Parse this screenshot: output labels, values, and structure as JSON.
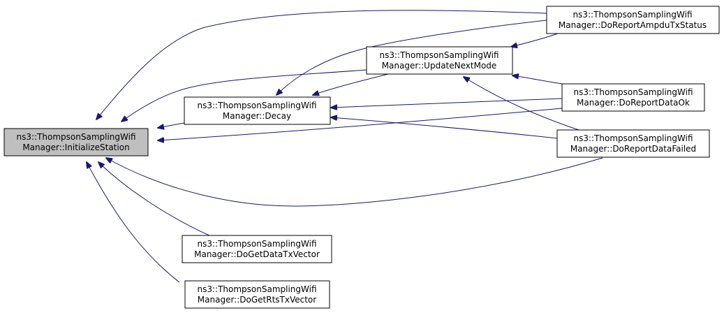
{
  "colors": {
    "edge": "#191970",
    "node_border": "#000000",
    "node_fill": "#ffffff",
    "focus_fill": "#bfbfbf"
  },
  "nodes": {
    "initialize_station": {
      "line1": "ns3::ThompsonSamplingWifi",
      "line2": "Manager::InitializeStation",
      "highlighted": true
    },
    "decay": {
      "line1": "ns3::ThompsonSamplingWifi",
      "line2": "Manager::Decay"
    },
    "update_next_mode": {
      "line1": "ns3::ThompsonSamplingWifi",
      "line2": "Manager::UpdateNextMode"
    },
    "do_report_ampdu_tx_status": {
      "line1": "ns3::ThompsonSamplingWifi",
      "line2": "Manager::DoReportAmpduTxStatus"
    },
    "do_report_data_ok": {
      "line1": "ns3::ThompsonSamplingWifi",
      "line2": "Manager::DoReportDataOk"
    },
    "do_report_data_failed": {
      "line1": "ns3::ThompsonSamplingWifi",
      "line2": "Manager::DoReportDataFailed"
    },
    "do_get_data_tx_vector": {
      "line1": "ns3::ThompsonSamplingWifi",
      "line2": "Manager::DoGetDataTxVector"
    },
    "do_get_rts_tx_vector": {
      "line1": "ns3::ThompsonSamplingWifi",
      "line2": "Manager::DoGetRtsTxVector"
    }
  },
  "edges": [
    {
      "from": "decay",
      "to": "initialize_station"
    },
    {
      "from": "update_next_mode",
      "to": "initialize_station"
    },
    {
      "from": "do_report_ampdu_tx_status",
      "to": "initialize_station"
    },
    {
      "from": "do_report_data_ok",
      "to": "initialize_station"
    },
    {
      "from": "do_report_data_failed",
      "to": "initialize_station"
    },
    {
      "from": "do_get_data_tx_vector",
      "to": "initialize_station"
    },
    {
      "from": "do_get_rts_tx_vector",
      "to": "initialize_station"
    },
    {
      "from": "update_next_mode",
      "to": "decay"
    },
    {
      "from": "do_report_ampdu_tx_status",
      "to": "decay"
    },
    {
      "from": "do_report_data_ok",
      "to": "decay"
    },
    {
      "from": "do_report_data_failed",
      "to": "decay"
    },
    {
      "from": "do_report_ampdu_tx_status",
      "to": "update_next_mode"
    },
    {
      "from": "do_report_data_ok",
      "to": "update_next_mode"
    },
    {
      "from": "do_report_data_failed",
      "to": "update_next_mode"
    }
  ]
}
